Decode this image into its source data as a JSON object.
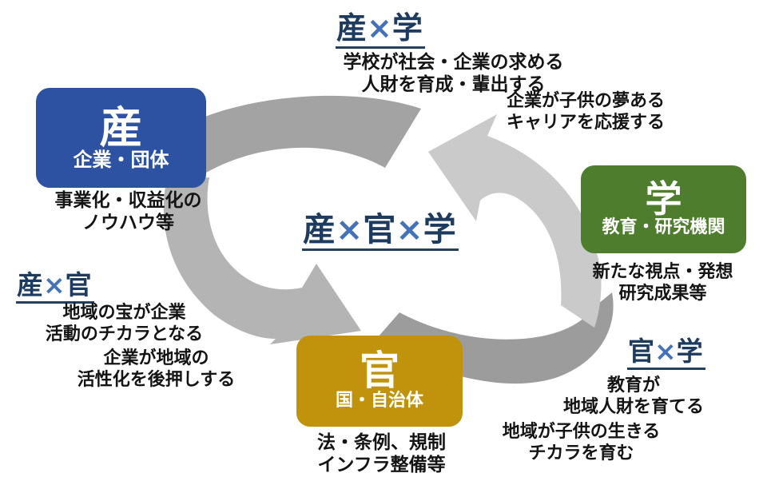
{
  "center": {
    "title": [
      "産",
      "×",
      "官",
      "×",
      "学"
    ]
  },
  "pairs": {
    "san_gaku": {
      "title": [
        "産",
        "×",
        "学"
      ],
      "note_a": [
        "学校が社会・企業の求める",
        "人財を育成・輩出する"
      ],
      "note_b": [
        "企業が子供の夢ある",
        "キャリアを応援する"
      ]
    },
    "san_kan": {
      "title": [
        "産",
        "×",
        "官"
      ],
      "note_a": [
        "地域の宝が企業",
        "活動のチカラとなる"
      ],
      "note_b": [
        "企業が地域の",
        "活性化を後押しする"
      ]
    },
    "kan_gaku": {
      "title": [
        "官",
        "×",
        "学"
      ],
      "note_a": [
        "教育が",
        "地域人財を育てる"
      ],
      "note_b": [
        "地域が子供の生きる",
        "チカラを育む"
      ]
    }
  },
  "nodes": {
    "industry": {
      "kanji": "産",
      "label": "企業・団体",
      "note": [
        "事業化・収益化の",
        "ノウハウ等"
      ]
    },
    "academia": {
      "kanji": "学",
      "label": "教育・研究機関",
      "note": [
        "新たな視点・発想",
        "研究成果等"
      ]
    },
    "government": {
      "kanji": "官",
      "label": "国・自治体",
      "note": [
        "法・条例、規制",
        "インフラ整備等"
      ]
    }
  },
  "colors": {
    "industry_blue": "#2e52a2",
    "academia_green": "#4e7d2e",
    "government_gold": "#c1930c",
    "title_navy": "#1d3a5f",
    "x_blue": "#4472b8",
    "arrow_gray_top": "#a3a3a3",
    "arrow_gray_left": "#b4b4b4",
    "arrow_gray_bottom": "#9c9c9c",
    "arrow_gray_light": "#cacaca",
    "text_black": "#141414",
    "background": "#ffffff"
  }
}
